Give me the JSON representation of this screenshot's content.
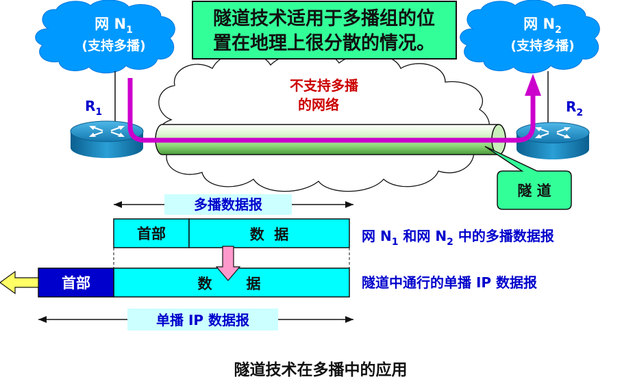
{
  "network_left": {
    "name": "网 N",
    "subscript": "1",
    "desc": "(支持多播)"
  },
  "network_right": {
    "name": "网 N",
    "subscript": "2",
    "desc": "(支持多播)"
  },
  "router_left": {
    "name": "R",
    "subscript": "1"
  },
  "router_right": {
    "name": "R",
    "subscript": "2"
  },
  "info_box": {
    "line1": "隧道技术适用于多播组的位",
    "line2": "置在地理上很分散的情况。"
  },
  "middle_cloud": {
    "line1": "不支持多播",
    "line2": "的网络"
  },
  "tunnel_label": "隧 道",
  "multicast_datagram": {
    "label": "多播数据报",
    "header": "首部",
    "data": "数  据",
    "desc_prefix1": "网 N",
    "desc_sub1": "1",
    "desc_mid": " 和网 N",
    "desc_sub2": "2",
    "desc_suffix": " 中的多播数据报"
  },
  "unicast_datagram": {
    "label": "单播 IP 数据报",
    "header": "首部",
    "data_left": "数",
    "data_right": "据",
    "desc": "隧道中通行的单播 IP 数据报"
  },
  "caption": "隧道技术在多播中的应用",
  "colors": {
    "cloud": "#0099ff",
    "router": "#1a8fc8",
    "info_fill": "#33ff99",
    "tunnel_fill": "#99e680",
    "path": "#cc00cc",
    "datagram_fill": "#00ffff",
    "header_dark": "#0000cc",
    "label_fill": "#ccffff",
    "text_blue": "#0000cc",
    "text_red": "#cc0000",
    "arrow_yellow": "#ffff66"
  }
}
